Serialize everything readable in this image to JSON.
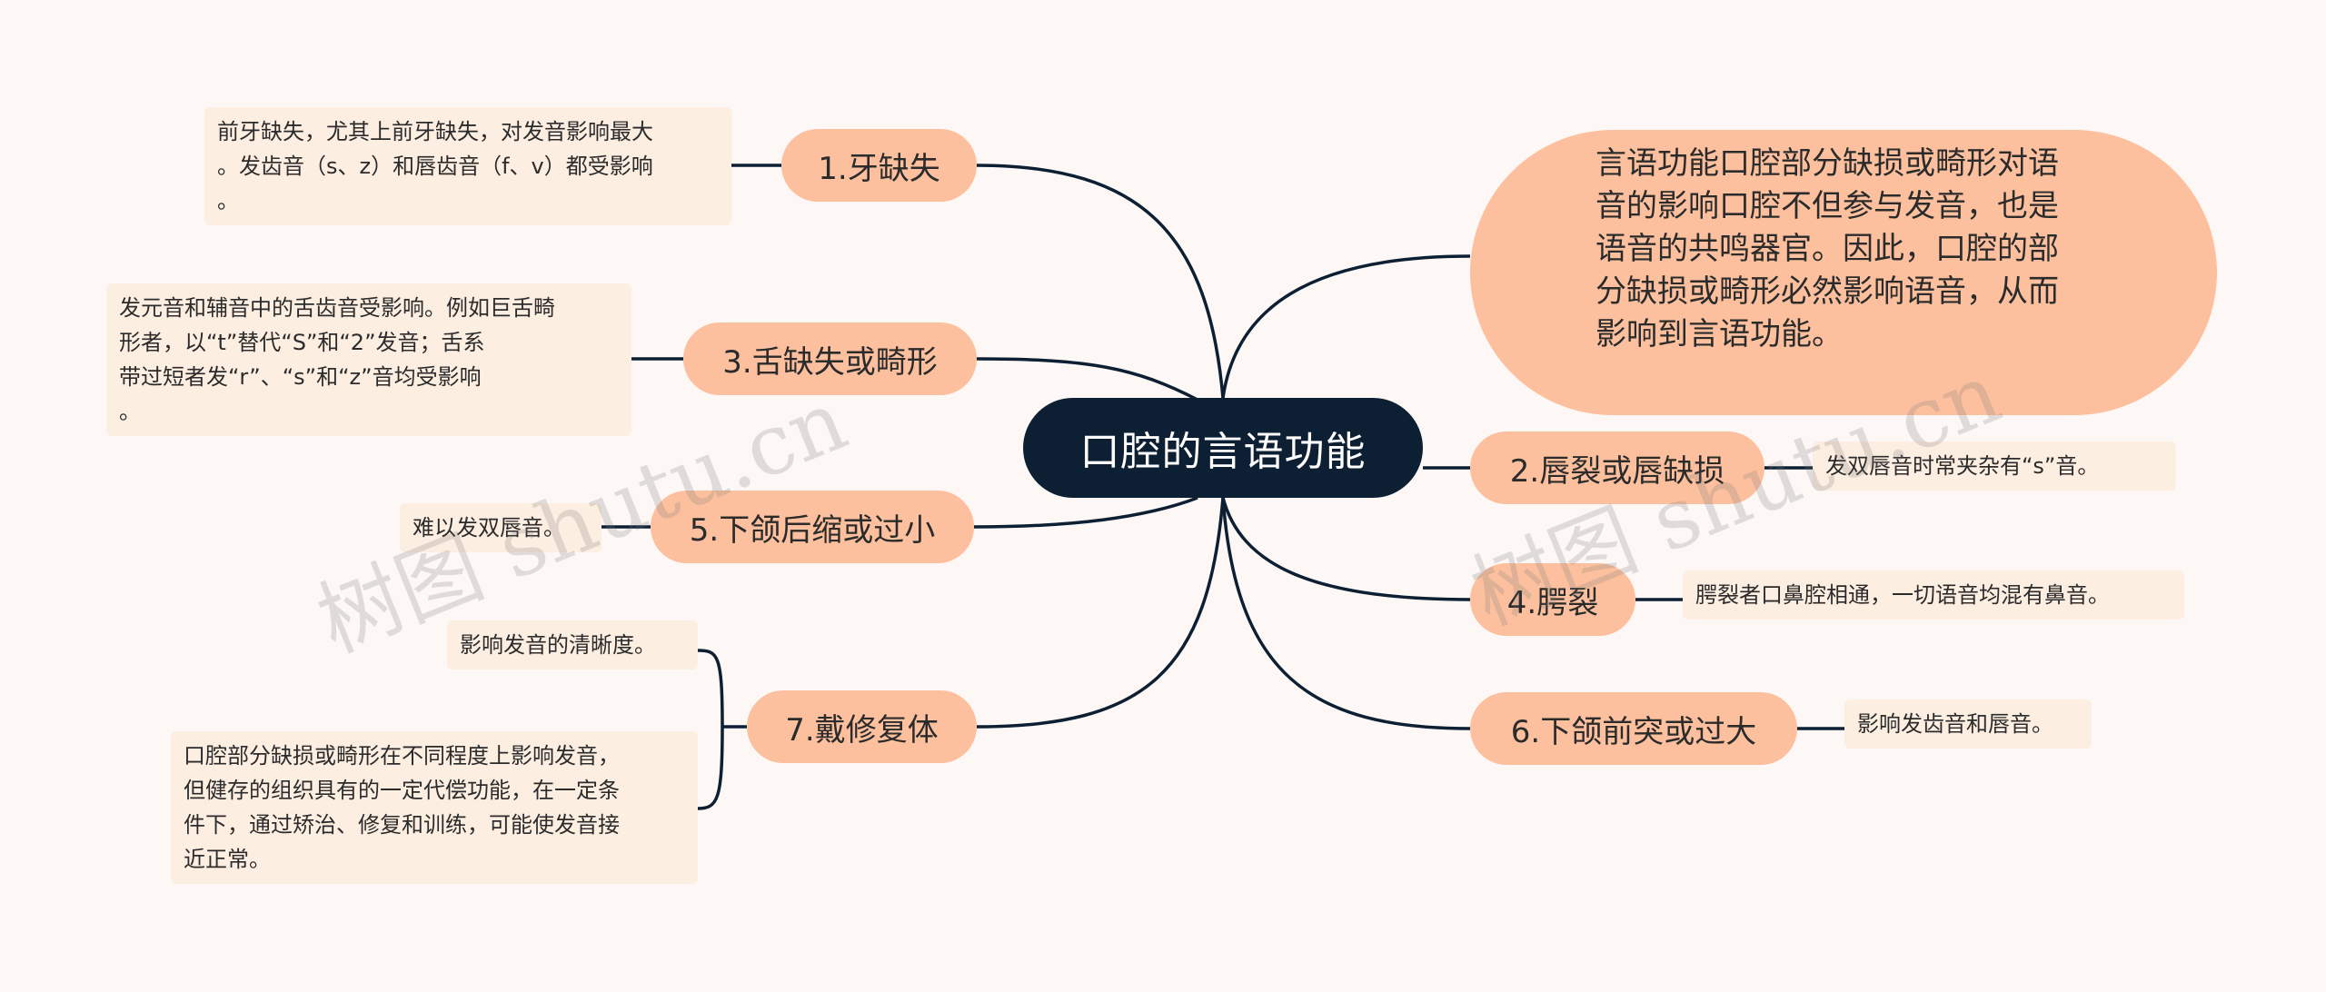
{
  "center": {
    "title": "口腔的言语功能"
  },
  "branches": {
    "b1": {
      "label": "1.牙缺失",
      "note": [
        "前牙缺失，尤其上前牙缺失，对发音影响最大",
        "。发齿音（s、z）和唇齿音（f、v）都受影响",
        "。"
      ]
    },
    "b3": {
      "label": "3.舌缺失或畸形",
      "note": [
        "发元音和辅音中的舌齿音受影响。例如巨舌畸",
        "形者，以“t”替代“S”和“2”发音；舌系",
        "带过短者发“r”、“s”和“z”音均受影响",
        "。"
      ]
    },
    "b5": {
      "label": "5.下颌后缩或过小",
      "note": [
        "难以发双唇音。"
      ]
    },
    "b7": {
      "label": "7.戴修复体",
      "note_a": [
        "影响发音的清晰度。"
      ],
      "note_b": [
        "口腔部分缺损或畸形在不同程度上影响发音，",
        "但健存的组织具有的一定代偿功能，在一定条",
        "件下，通过矫治、修复和训练，可能使发音接",
        "近正常。"
      ]
    },
    "big": {
      "lines": [
        "言语功能口腔部分缺损或畸形对语",
        "音的影响口腔不但参与发音，也是",
        "语音的共鸣器官。因此，口腔的部",
        "分缺损或畸形必然影响语音，从而",
        "影响到言语功能。"
      ]
    },
    "b2": {
      "label": "2.唇裂或唇缺损",
      "note": [
        "发双唇音时常夹杂有“s”音。"
      ]
    },
    "b4": {
      "label": "4.腭裂",
      "note": [
        "腭裂者口鼻腔相通，一切语音均混有鼻音。"
      ]
    },
    "b6": {
      "label": "6.下颌前突或过大",
      "note": [
        "影响发齿音和唇音。"
      ]
    }
  },
  "watermark": [
    "树图 shutu.cn",
    "树图 shutu.cn"
  ],
  "colors": {
    "center": "#0d1f33",
    "branch": "#fcc09e",
    "note": "#fdeee2",
    "line": "#0d1f33",
    "background": "#fdf8f6"
  }
}
